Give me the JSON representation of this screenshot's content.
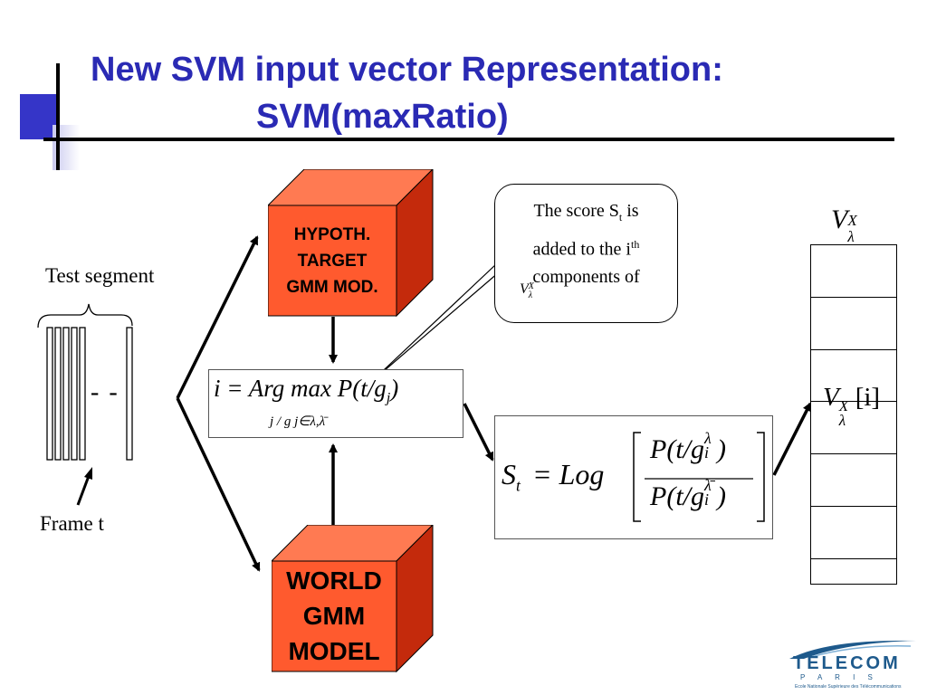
{
  "title": {
    "line1": "New SVM input vector Representation:",
    "line2": "SVM(maxRatio)"
  },
  "left": {
    "test_segment_label": "Test segment",
    "frame_label": "Frame t",
    "dashes": "- -"
  },
  "boxes": {
    "target": [
      "HYPOTH.",
      "TARGET",
      "GMM MOD."
    ],
    "world": [
      "WORLD",
      "GMM",
      "MODEL"
    ]
  },
  "bubble": {
    "line1_pre": "The score S",
    "line1_sub": "t",
    "line1_post": " is",
    "line2_pre": "added to the i",
    "line2_sup": "th",
    "line3": "components of",
    "vec_main": "V",
    "vec_sup": "X",
    "vec_sub": "λ"
  },
  "formulas": {
    "argmax_main": "i = Arg max P(t/g",
    "argmax_sub_j": "j",
    "argmax_close": ")",
    "argmax_under": "j / g j∈λ,λ̄",
    "score_lhs": "S",
    "score_lhs_sub": "t",
    "score_eq": "= Log",
    "score_num": "P(t/g",
    "score_num_sub": "i",
    "score_num_sup": "λ",
    "score_den": "P(t/g",
    "score_den_sub": "i",
    "score_den_sup": "λ̄",
    "close_paren": ")"
  },
  "vector": {
    "label_main": "V",
    "label_sup": "X",
    "label_sub": "λ",
    "cell_main": "V",
    "cell_sup": "X",
    "cell_sub": "λ",
    "cell_index": "[i]"
  },
  "logo": {
    "name": "TELECOM",
    "sub": "P A R I S",
    "tagline": "Ecole Nationale Supérieure des Télécommunications"
  },
  "colors": {
    "title": "#2a2ab4",
    "accent_block": "#3535c8",
    "box_front": "#ff5a2e",
    "box_top": "#ff7a52",
    "box_side": "#c42a0c",
    "logo": "#1e5a8c"
  }
}
